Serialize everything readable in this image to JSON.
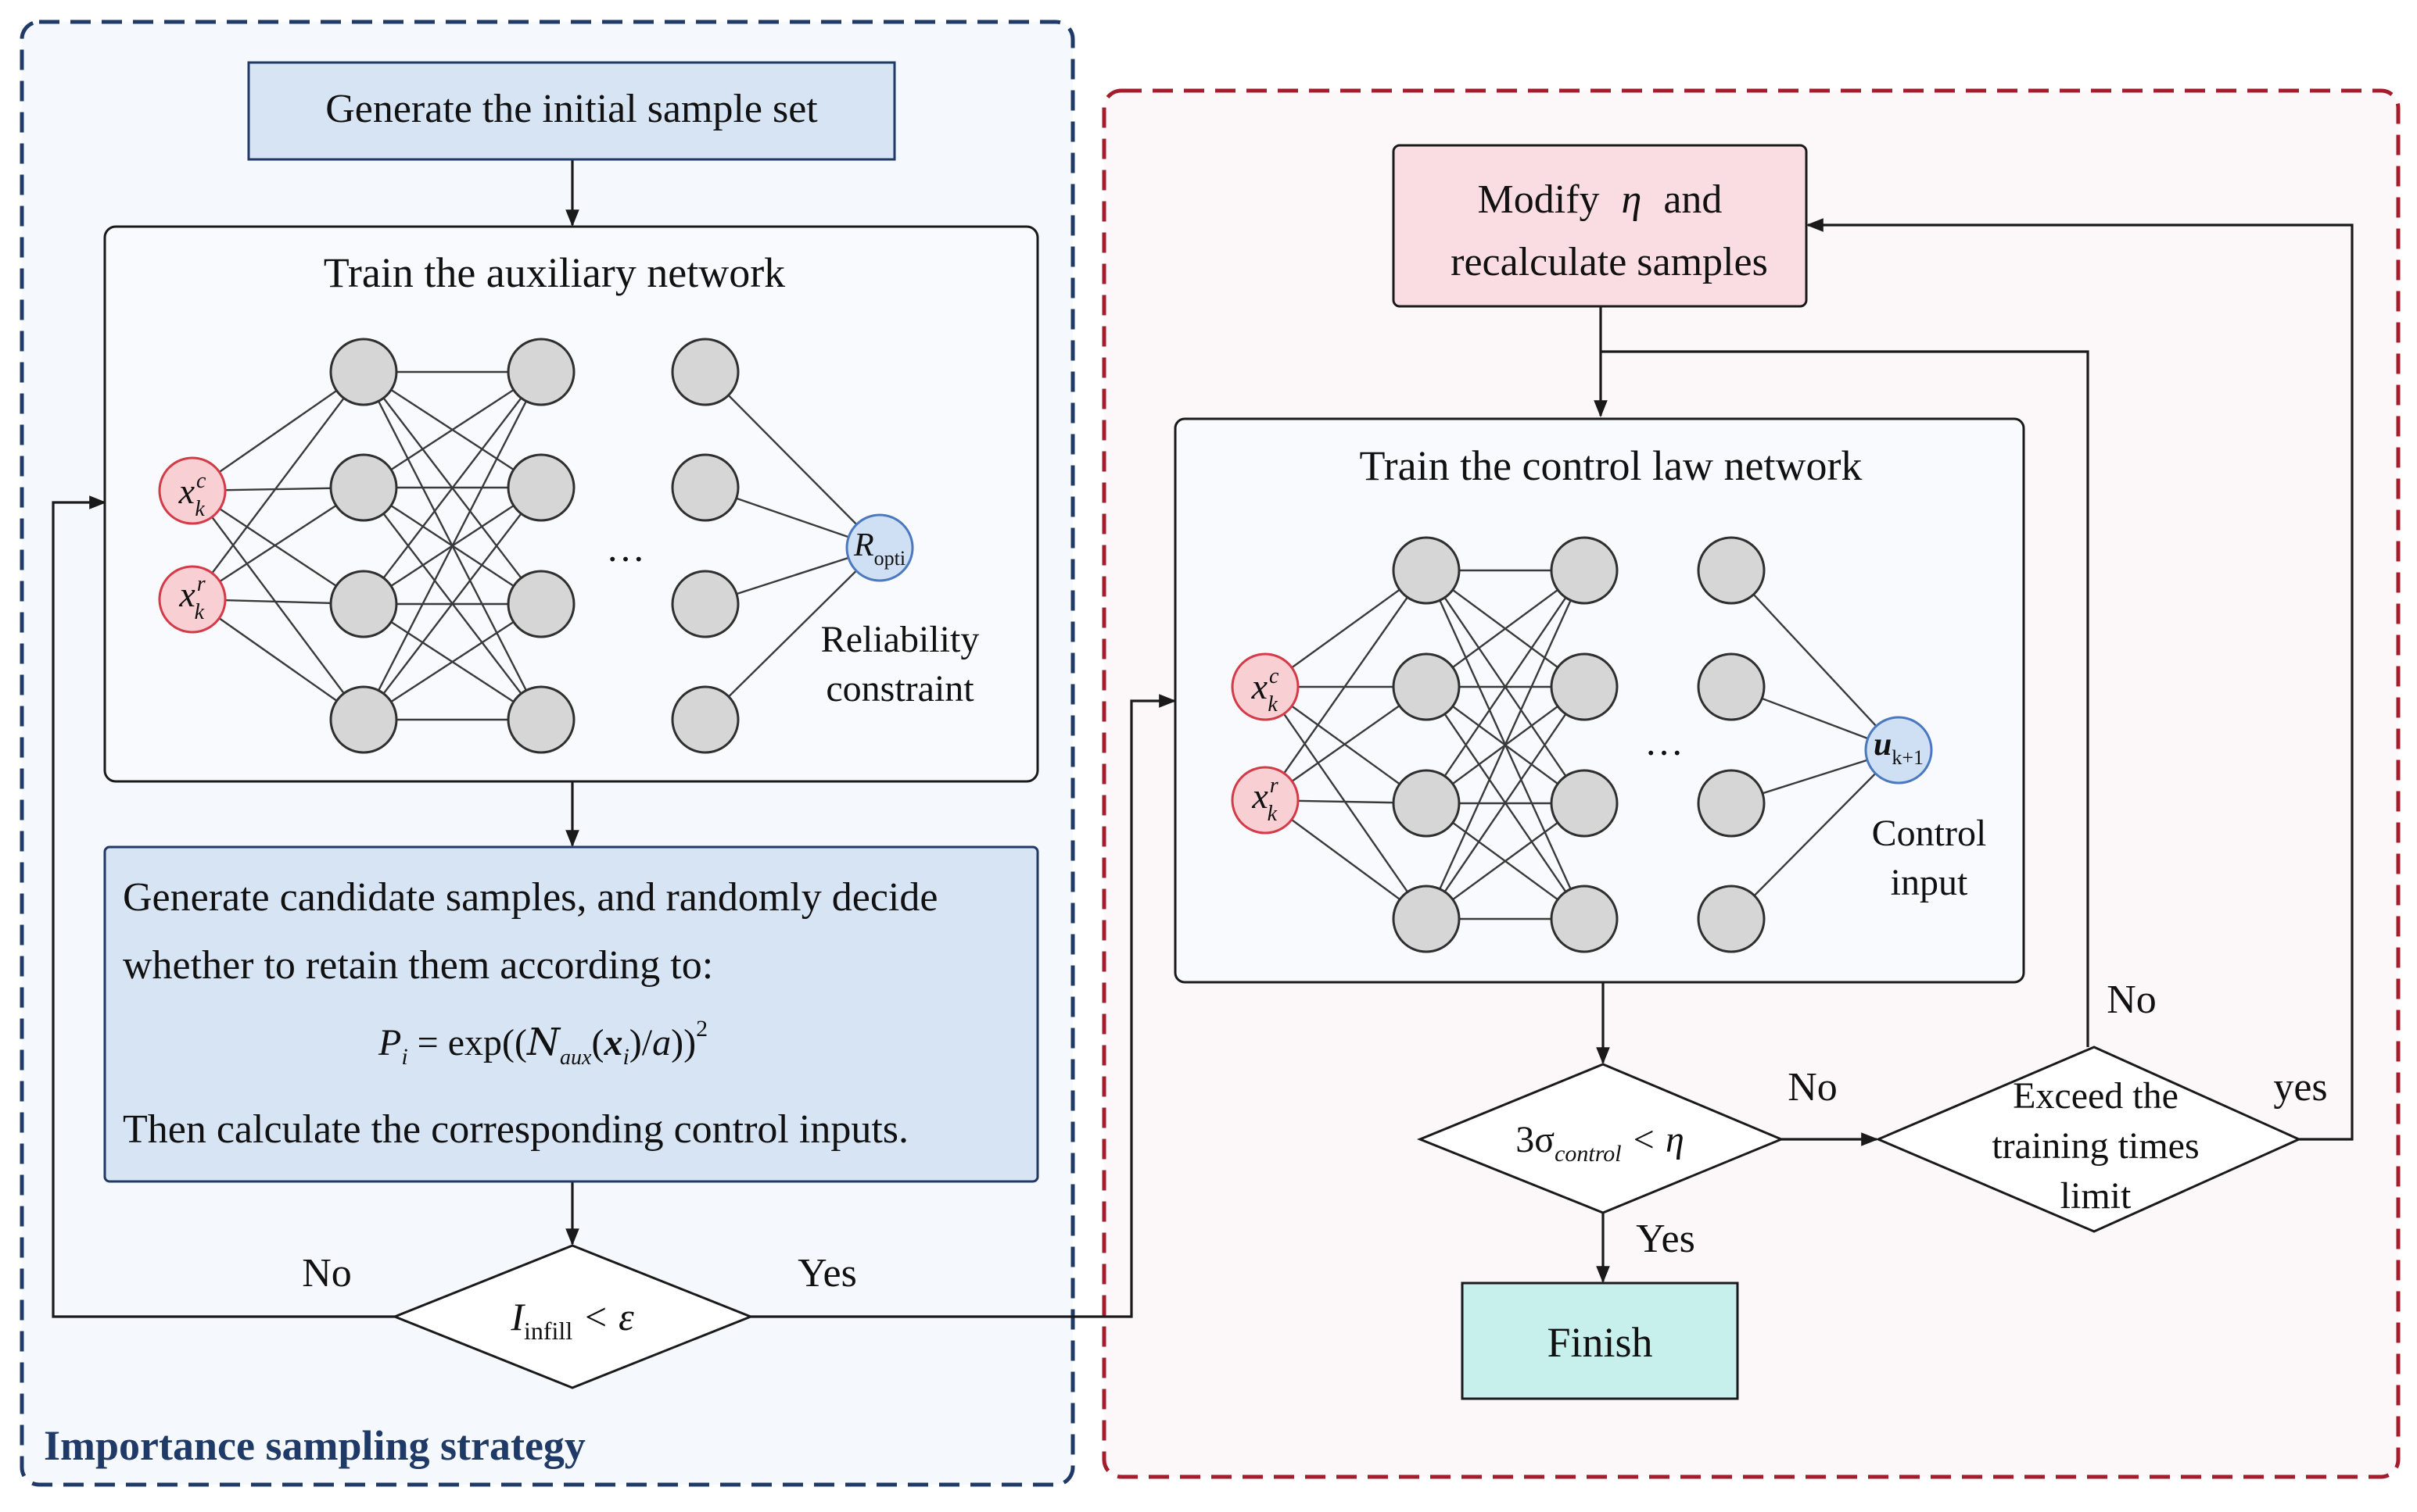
{
  "left_panel": {
    "title": "Importance sampling strategy",
    "start_box": "Generate the initial sample set",
    "aux_network": {
      "title": "Train the auxiliary network",
      "ellipsis": "…",
      "input_1": {
        "base": "x",
        "sub": "k",
        "sup": "c"
      },
      "input_2": {
        "base": "x",
        "sub": "k",
        "sup": "r"
      },
      "output": {
        "base": "R",
        "sub": "opti"
      },
      "output_label_line1": "Reliability",
      "output_label_line2": "constraint"
    },
    "candidate_box": {
      "line1": "Generate candidate samples, and randomly decide",
      "line2": "whether to retain them according to:",
      "formula": {
        "lhs": "P",
        "lhs_sub": "i",
        "eq": " = exp",
        "open": "((",
        "N": "N",
        "N_sub": "aux",
        "arg_open": "(",
        "x": "x",
        "x_sub": "i",
        "arg_close": ")/",
        "a": "a",
        "close": "))",
        "power": "2"
      },
      "line3": "Then calculate the corresponding control inputs."
    },
    "decision": {
      "base": "I",
      "sub": "infill",
      "rel": " < ε",
      "no_label": "No",
      "yes_label": "Yes"
    }
  },
  "right_panel": {
    "modify_box": {
      "line1_pre": "Modify",
      "eta": "η",
      "line1_post": "and",
      "line2": "recalculate samples"
    },
    "control_network": {
      "title": "Train the control law network",
      "ellipsis": "…",
      "input_1": {
        "base": "x",
        "sub": "k",
        "sup": "c"
      },
      "input_2": {
        "base": "x",
        "sub": "k",
        "sup": "r"
      },
      "output": {
        "base": "u",
        "sub": "k+1"
      },
      "output_label_line1": "Control",
      "output_label_line2": "input"
    },
    "decision1": {
      "pre": "3σ",
      "sub": "control",
      "rel": " < η",
      "no_label": "No",
      "yes_label": "Yes"
    },
    "decision2": {
      "line1": "Exceed the",
      "line2": "training times",
      "line3": "limit",
      "no_label": "No",
      "yes_label": "yes"
    },
    "finish_box": "Finish"
  },
  "colors": {
    "left_panel_border": "#1f3a66",
    "left_panel_bg": "#f5f8fc",
    "right_panel_border": "#a51d2d",
    "right_panel_bg": "#fcf8fa",
    "blue_box_fill": "#d7e4f4",
    "blue_box_border": "#1f3a66",
    "pink_box_fill": "#fadde2",
    "finish_fill": "#c7f0ec",
    "network_box_fill": "#f8fafd",
    "title_color": "#1f3a66"
  }
}
